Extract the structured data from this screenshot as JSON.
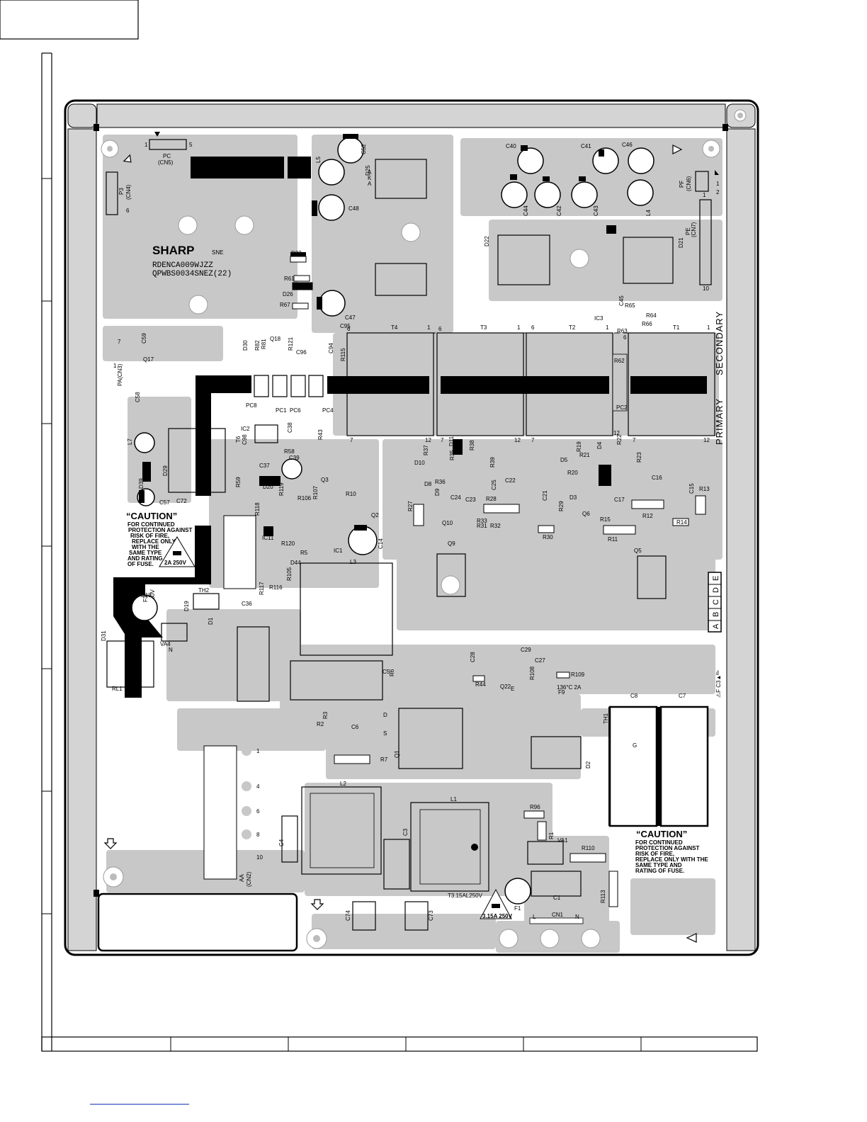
{
  "brand": {
    "logo": "SHARP",
    "suffix": "SNE",
    "part_number": "RDENCA009WJZZ",
    "board_code": "QPWBS0034SNEZ(22)"
  },
  "sections": {
    "secondary": "SECONDARY",
    "primary": "PRIMARY"
  },
  "cautions": [
    {
      "title": "“CAUTION”",
      "lines": [
        "FOR CONTINUED",
        "PROTECTION AGAINST",
        "RISK OF FIRE,",
        "REPLACE ONLY",
        "WITH THE",
        "SAME TYPE",
        "AND RATING",
        "OF FUSE."
      ],
      "rating": "2A  250V"
    },
    {
      "title": "“CAUTION”",
      "lines": [
        "FOR CONTINUED",
        "PROTECTION AGAINST",
        "RISK OF FIRE,",
        "REPLACE ONLY WITH THE",
        "SAME TYPE AND",
        "RATING OF FUSE."
      ],
      "rating": "3.15A 250V"
    }
  ],
  "fuse_labels": {
    "f1": "T3.15AL250V",
    "f3": "T2AL250V",
    "f9": "136°C 2A"
  },
  "grid_letters": [
    "A",
    "B",
    "C",
    "D",
    "E"
  ],
  "safety_mark": "⚠F C3▲ᴿᶜ",
  "connectors": {
    "cn5": {
      "name": "PC",
      "ref": "(CN5)",
      "pin_first": "1",
      "pin_last": "5"
    },
    "cn4": {
      "name": "P3",
      "ref": "(CN4)",
      "pin": "6"
    },
    "cn3": {
      "name": "PA(CN3)",
      "pin_first": "7",
      "pin_last": "1"
    },
    "cn6": {
      "name": "PF",
      "ref": "(CN6)",
      "pin_first": "1",
      "pin_last": "2"
    },
    "cn7": {
      "name": "PE",
      "ref": "(CN7)",
      "pin_first": "1",
      "pin_last": "10"
    },
    "cn2": {
      "name": "AA",
      "ref": "(CN2)",
      "pins": [
        "1",
        "4",
        "6",
        "8",
        "10"
      ]
    },
    "cn1": {
      "name": "CN1",
      "pins": [
        "L",
        "N"
      ]
    }
  },
  "transformers": [
    {
      "ref": "T4",
      "pin_tl": "6",
      "pin_tr": "1",
      "pin_bl": "7",
      "pin_br": "12"
    },
    {
      "ref": "T3",
      "pin_tl": "6",
      "pin_tr": "1",
      "pin_bl": "7",
      "pin_br": "12"
    },
    {
      "ref": "T2",
      "pin_tl": "6",
      "pin_tr": "1",
      "pin_bl": "7",
      "pin_br": "12"
    },
    {
      "ref": "T1",
      "pin_tl": "6",
      "pin_tr": "1",
      "pin_bl": "7",
      "pin_br": "12"
    }
  ],
  "component_labels": [
    "C52",
    "L5",
    "D25",
    "C48",
    "C40",
    "C41",
    "C46",
    "C44",
    "C42",
    "C43",
    "L4",
    "D22",
    "D21",
    "D23",
    "R61",
    "D26",
    "R67",
    "C47",
    "IC3",
    "D30",
    "R82",
    "R81",
    "Q18",
    "C58",
    "L7",
    "D29",
    "D39",
    "C57",
    "C72",
    "IC2",
    "T6",
    "C98",
    "R58",
    "C39",
    "R59",
    "D20",
    "C37",
    "PC8",
    "PC1",
    "PC6",
    "PC4",
    "PC2",
    "R62",
    "Q10",
    "R27",
    "R28",
    "C22",
    "C21",
    "R29",
    "R30",
    "R31",
    "R32",
    "R33",
    "Q9",
    "R11",
    "R12",
    "C16",
    "C15",
    "R13",
    "R14",
    "Q5",
    "C17",
    "R15",
    "C14",
    "L3",
    "IC1",
    "C36",
    "TH2",
    "D18",
    "F3",
    "D19",
    "VA4",
    "D1",
    "D31",
    "RL1",
    "C5",
    "R6",
    "C6",
    "R7",
    "Q1",
    "R2",
    "R3",
    "C28",
    "C29",
    "C27",
    "R44",
    "Q22",
    "R109",
    "R108",
    "F9",
    "TH1",
    "C8",
    "C7",
    "D2",
    "L2",
    "L1",
    "C3",
    "C4",
    "R96",
    "R1",
    "VA1",
    "R110",
    "R113",
    "C1",
    "F1",
    "C74",
    "C73",
    "Q17",
    "C59",
    "R43",
    "C38",
    "R118",
    "R106",
    "R107",
    "R10",
    "Q2",
    "Q3",
    "R5",
    "R105",
    "D44",
    "R116",
    "R117",
    "R120",
    "IC11",
    "D10",
    "D11",
    "R35",
    "R36",
    "R37",
    "R38",
    "R39",
    "C23",
    "C24",
    "C25",
    "D8",
    "D9",
    "D5",
    "D4",
    "D3",
    "Q6",
    "R19",
    "R20",
    "R21",
    "R22",
    "R23",
    "R63",
    "R64",
    "R65",
    "R66",
    "C45",
    "C95",
    "C94",
    "C96",
    "R121",
    "R115",
    "R119"
  ],
  "pin_marks": [
    "A",
    "K",
    "A",
    "G",
    "D",
    "S",
    "E",
    "N"
  ]
}
